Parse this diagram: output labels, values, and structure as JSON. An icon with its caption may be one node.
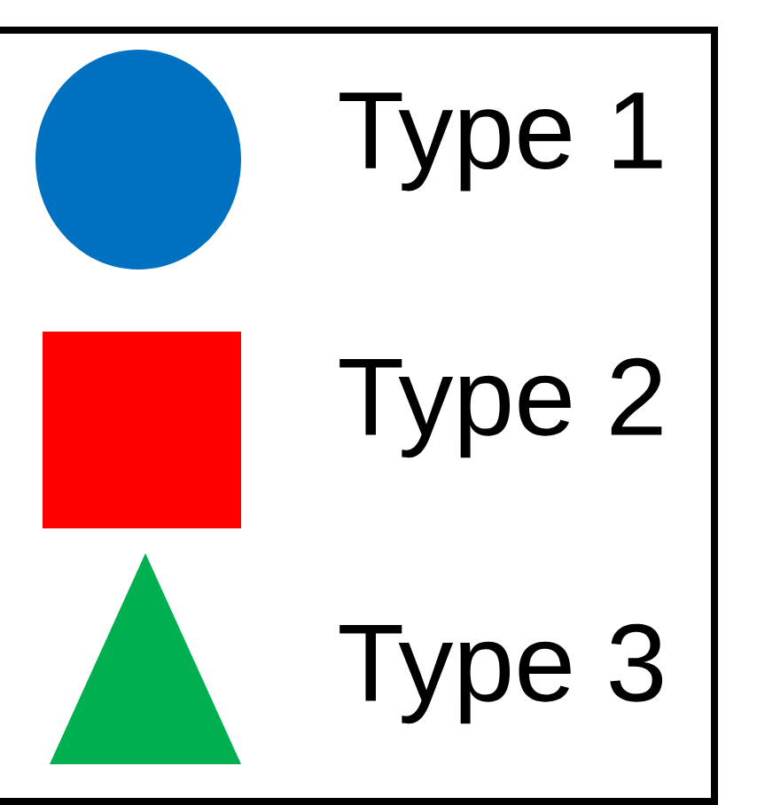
{
  "diagram": {
    "legend": [
      {
        "text": "Type 1",
        "color": "#0070c0"
      },
      {
        "text": "Type 2",
        "color": "#ff0000"
      },
      {
        "text": "Type 3",
        "color": "#00b050"
      }
    ]
  }
}
